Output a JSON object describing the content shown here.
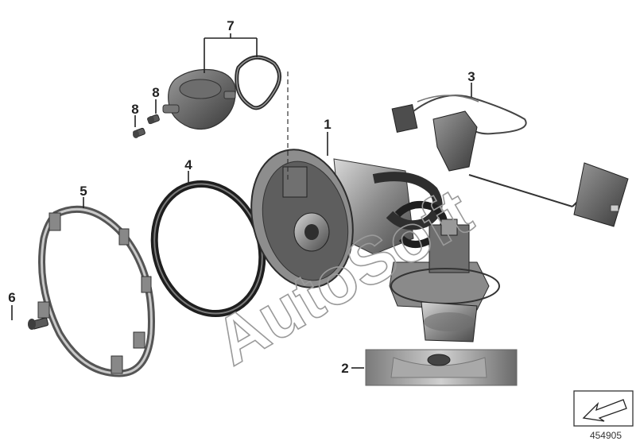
{
  "diagram": {
    "callouts": [
      "1",
      "2",
      "3",
      "4",
      "5",
      "6",
      "7",
      "8",
      "8"
    ],
    "watermark": "AutoSoft",
    "reference_number": "454905"
  },
  "colors": {
    "part_dark": "#5b5b5b",
    "part_mid": "#8f8f8f",
    "part_light": "#c4c4c4",
    "line": "#222222"
  },
  "icons": [
    "orientation-arrow-icon"
  ]
}
